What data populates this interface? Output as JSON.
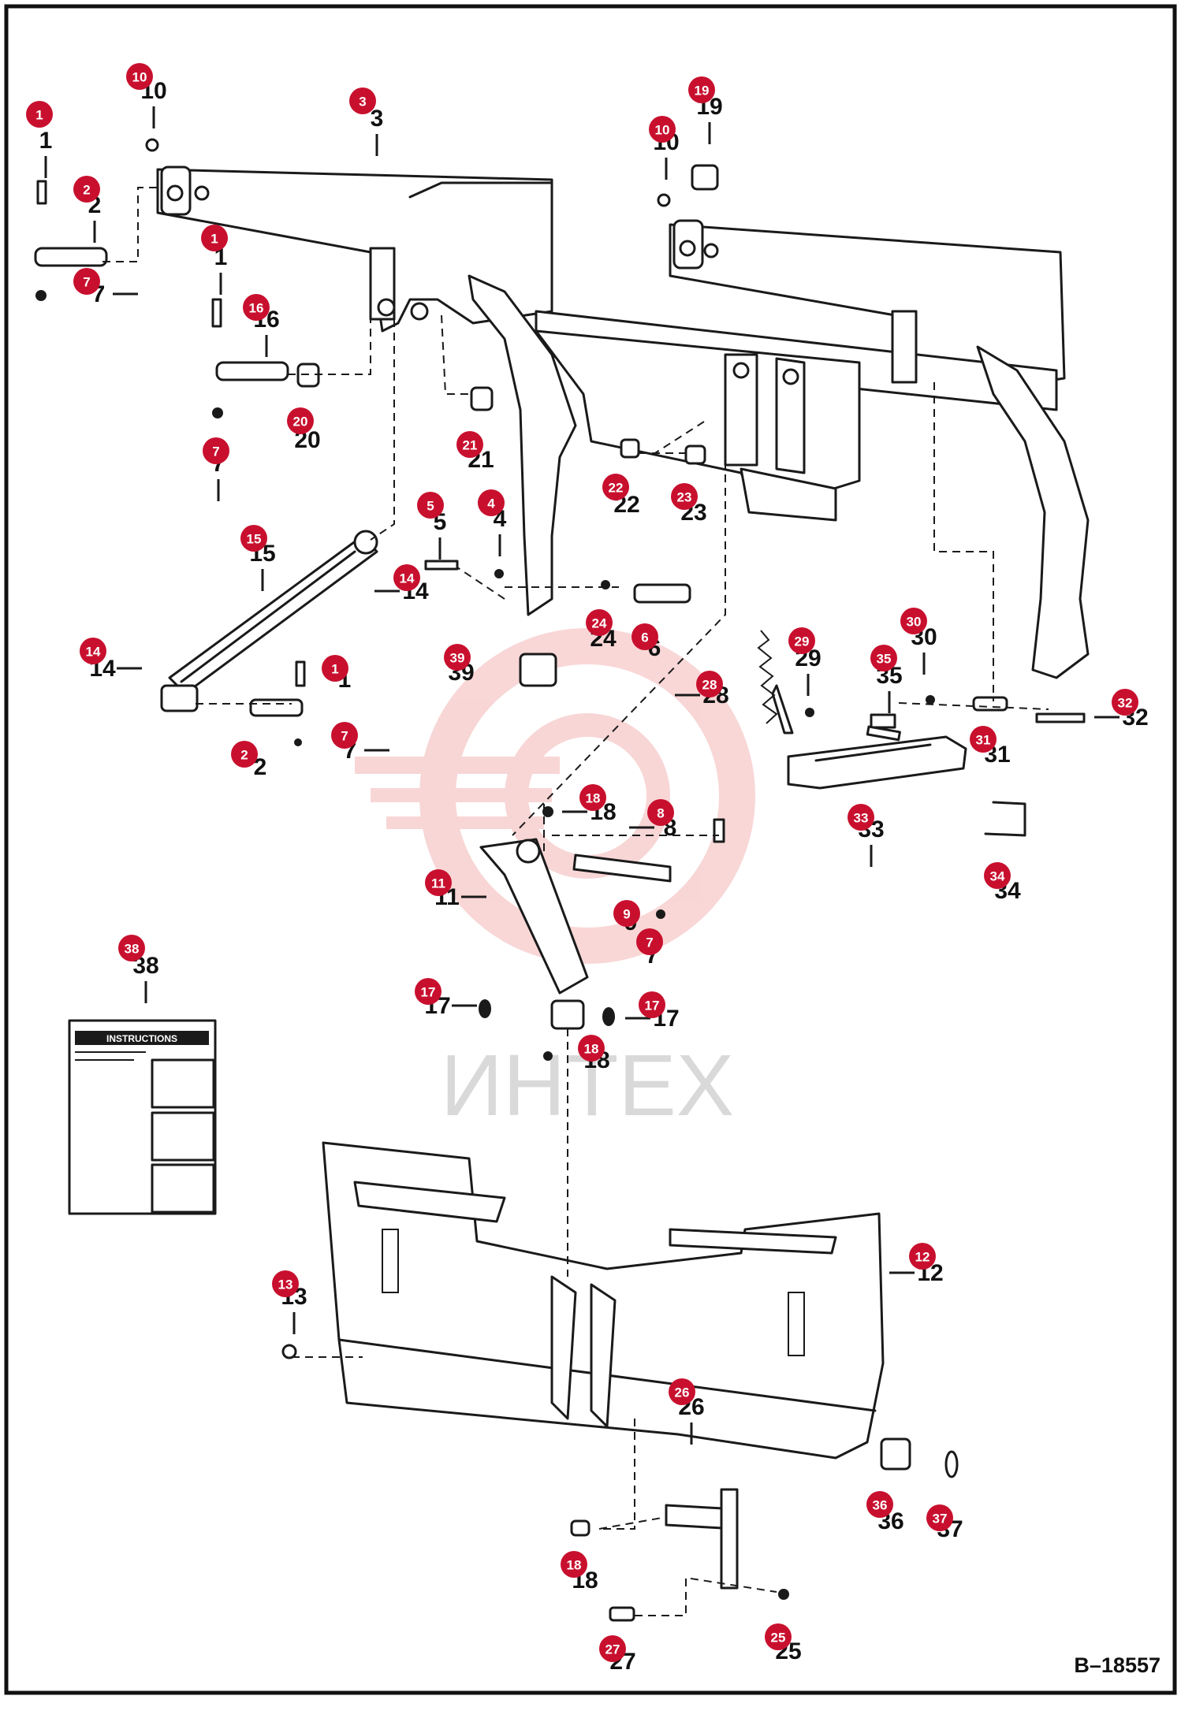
{
  "drawing_number": "B–18557",
  "watermark_text": "ИНТЕХ",
  "instruction_label": {
    "header": "INSTRUCTIONS"
  },
  "colors": {
    "badge": "#c8102e",
    "watermark": "#f4b6b6",
    "line": "#1a1a1a",
    "frame": "#111111"
  },
  "callouts": [
    {
      "num": "1"
    },
    {
      "num": "2"
    },
    {
      "num": "7"
    },
    {
      "num": "10"
    },
    {
      "num": "3"
    },
    {
      "num": "1"
    },
    {
      "num": "16"
    },
    {
      "num": "20"
    },
    {
      "num": "7"
    },
    {
      "num": "21"
    },
    {
      "num": "19"
    },
    {
      "num": "10"
    },
    {
      "num": "22"
    },
    {
      "num": "23"
    },
    {
      "num": "5"
    },
    {
      "num": "4"
    },
    {
      "num": "15"
    },
    {
      "num": "14"
    },
    {
      "num": "14"
    },
    {
      "num": "1"
    },
    {
      "num": "2"
    },
    {
      "num": "7"
    },
    {
      "num": "39"
    },
    {
      "num": "24"
    },
    {
      "num": "6"
    },
    {
      "num": "28"
    },
    {
      "num": "29"
    },
    {
      "num": "35"
    },
    {
      "num": "30"
    },
    {
      "num": "32"
    },
    {
      "num": "31"
    },
    {
      "num": "33"
    },
    {
      "num": "34"
    },
    {
      "num": "18"
    },
    {
      "num": "8"
    },
    {
      "num": "11"
    },
    {
      "num": "9"
    },
    {
      "num": "7"
    },
    {
      "num": "17"
    },
    {
      "num": "17"
    },
    {
      "num": "18"
    },
    {
      "num": "38"
    },
    {
      "num": "12"
    },
    {
      "num": "13"
    },
    {
      "num": "26"
    },
    {
      "num": "36"
    },
    {
      "num": "37"
    },
    {
      "num": "18"
    },
    {
      "num": "25"
    },
    {
      "num": "27"
    }
  ]
}
